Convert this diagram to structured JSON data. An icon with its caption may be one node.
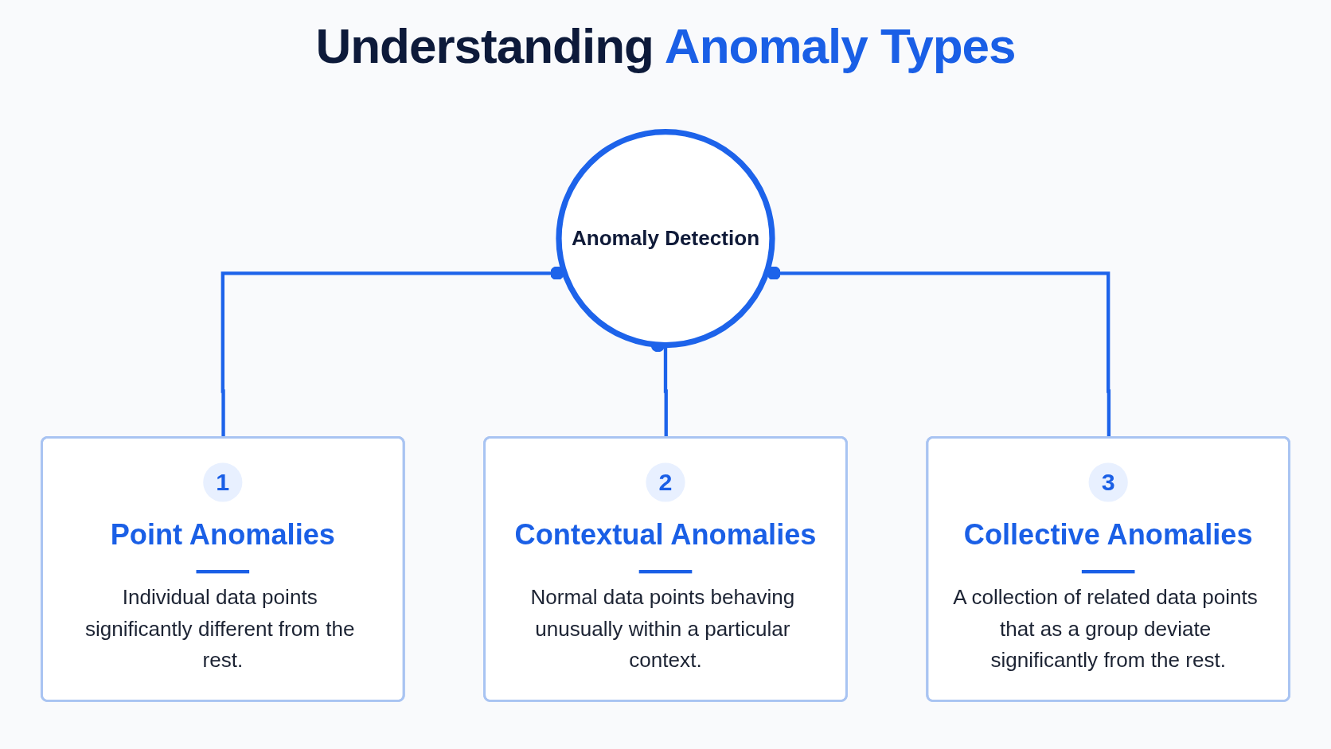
{
  "diagram": {
    "title": "Understanding Anomaly Types",
    "nodes": [
      {
        "text": [
          "Anomaly Detection"
        ]
      },
      {
        "text": [
          "1",
          "Point Anomalies",
          "Individual data points significantly different from the rest."
        ]
      },
      {
        "text": [
          "2",
          "Contextual Anomalies",
          "Normal data points behaving unusually within a particular context."
        ]
      },
      {
        "text": [
          "3",
          "Collective Anomalies",
          "A collection of related data points that as a group deviate significantly from the rest."
        ]
      }
    ],
    "edges": [
      {
        "from": 1,
        "to": 0,
        "arrow": "other"
      },
      {
        "from": 2,
        "to": 0,
        "arrow": "other"
      },
      {
        "from": 3,
        "to": 0,
        "arrow": "other"
      }
    ]
  }
}
